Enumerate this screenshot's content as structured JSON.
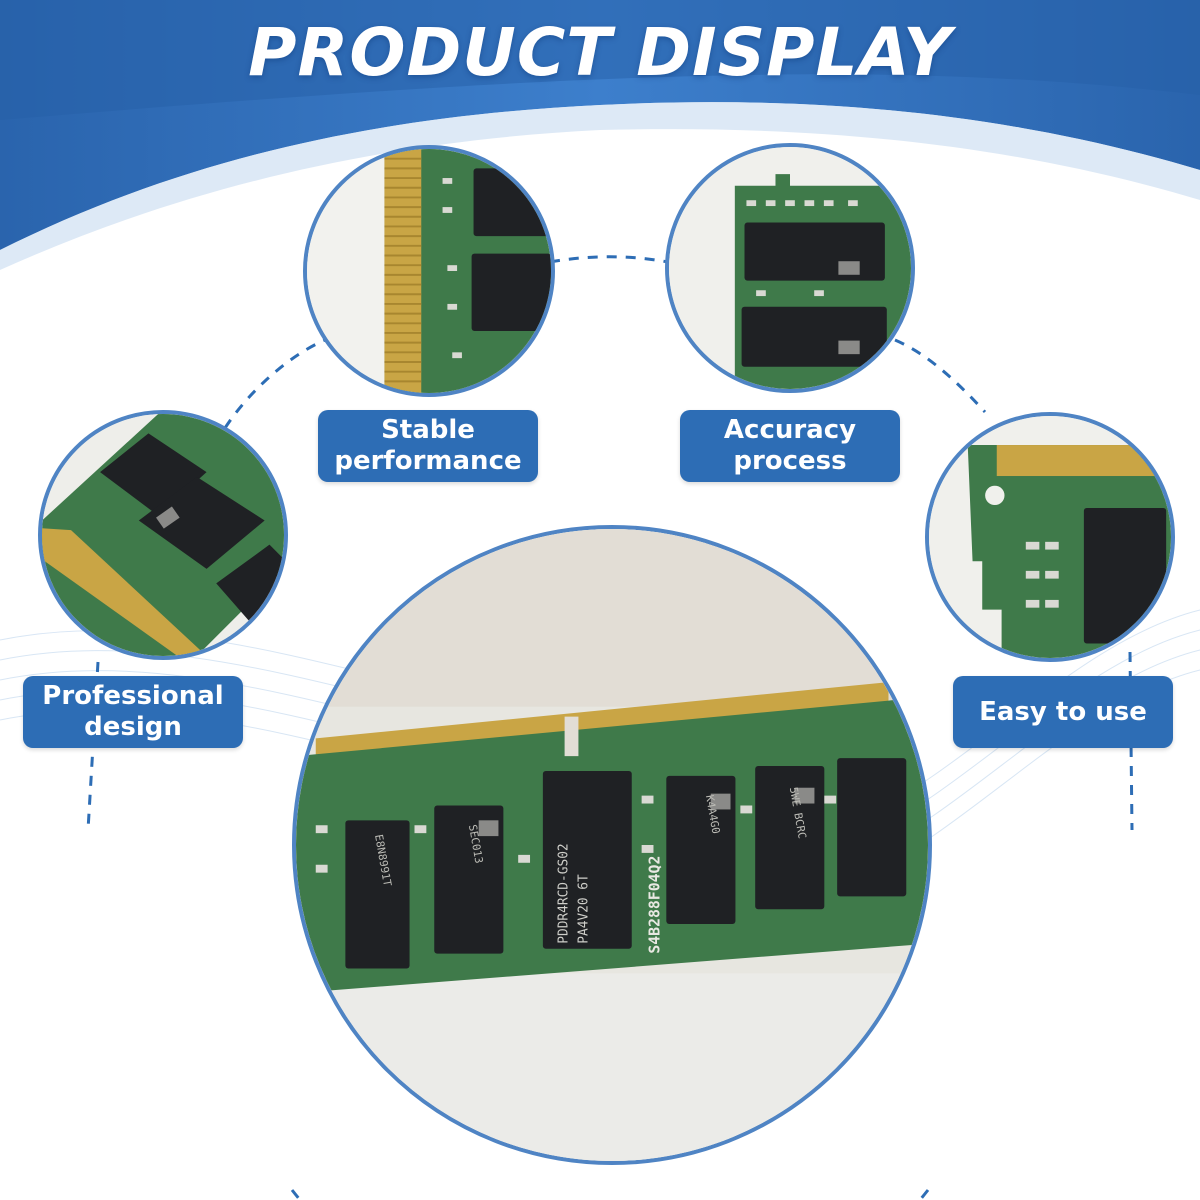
{
  "title": "PRODUCT DISPLAY",
  "colors": {
    "brand_blue": "#2d6db5",
    "banner_blue": "#3a78c2",
    "pcb_green": "#3f7a4a",
    "gold": "#c9a545",
    "chip_black": "#1f2124"
  },
  "features": [
    {
      "label_line1": "Stable",
      "label_line2": "performance"
    },
    {
      "label_line1": "Accuracy",
      "label_line2": "process"
    },
    {
      "label_line1": "Professional",
      "label_line2": "design"
    },
    {
      "label_line1": "Easy to use",
      "label_line2": ""
    }
  ],
  "images": {
    "stable": "ram-closeup-edge-icon",
    "accuracy": "ram-closeup-chips-icon",
    "professional": "ram-closeup-angle-icon",
    "easy": "ram-closeup-notch-icon",
    "main": "ram-module-photo-icon"
  },
  "chip_markings": {
    "main_chip": "PDDR4RCD-GS02",
    "main_chip_line2": "PA4V20 6T",
    "board_serial": "S4B288F04Q2",
    "memory_chip_1": "SEC013",
    "memory_chip_2": "K4A4G0",
    "memory_chip_3": "5WE BCRC",
    "memory_chip_4": "E8N8991T"
  }
}
